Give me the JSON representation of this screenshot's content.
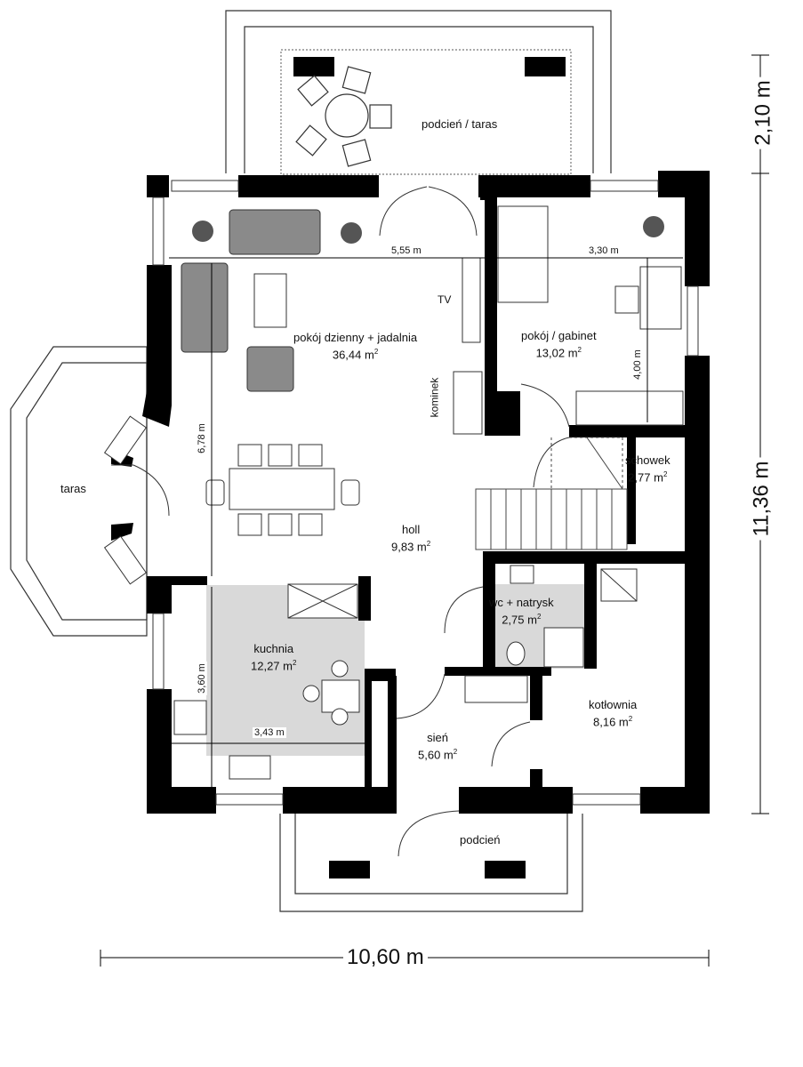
{
  "rooms": {
    "terrace_top": {
      "name": "podcień / taras"
    },
    "living": {
      "name": "pokój dzienny + jadalnia",
      "area": "36,44 m",
      "unit_sup": "2"
    },
    "office": {
      "name": "pokój / gabinet",
      "area": "13,02 m",
      "unit_sup": "2"
    },
    "storage": {
      "name": "schowek",
      "area": "2,77 m",
      "unit_sup": "2"
    },
    "hall": {
      "name": "holl",
      "area": "9,83 m",
      "unit_sup": "2"
    },
    "wc": {
      "name": "wc + natrysk",
      "area": "2,75 m",
      "unit_sup": "2"
    },
    "kitchen": {
      "name": "kuchnia",
      "area": "12,27 m",
      "unit_sup": "2"
    },
    "boiler": {
      "name": "kotłownia",
      "area": "8,16 m",
      "unit_sup": "2"
    },
    "vestibule": {
      "name": "sień",
      "area": "5,60 m",
      "unit_sup": "2"
    },
    "porch": {
      "name": "podcień"
    },
    "terrace_left": {
      "name": "taras"
    }
  },
  "labels": {
    "tv": "TV",
    "fireplace": "kominek"
  },
  "dimensions": {
    "living_width": "5,55 m",
    "office_width": "3,30 m",
    "office_depth": "4,00 m",
    "living_depth": "6,78 m",
    "kitchen_depth": "3,60 m",
    "kitchen_width": "3,43 m",
    "total_width": "10,60 m",
    "total_depth": "11,36 m",
    "terrace_depth": "2,10 m"
  },
  "colors": {
    "wall": "#000000",
    "furniture_fill": "#8a8a8a",
    "kitchen_floor": "#d9d9d9",
    "wc_floor": "#d9d9d9"
  }
}
